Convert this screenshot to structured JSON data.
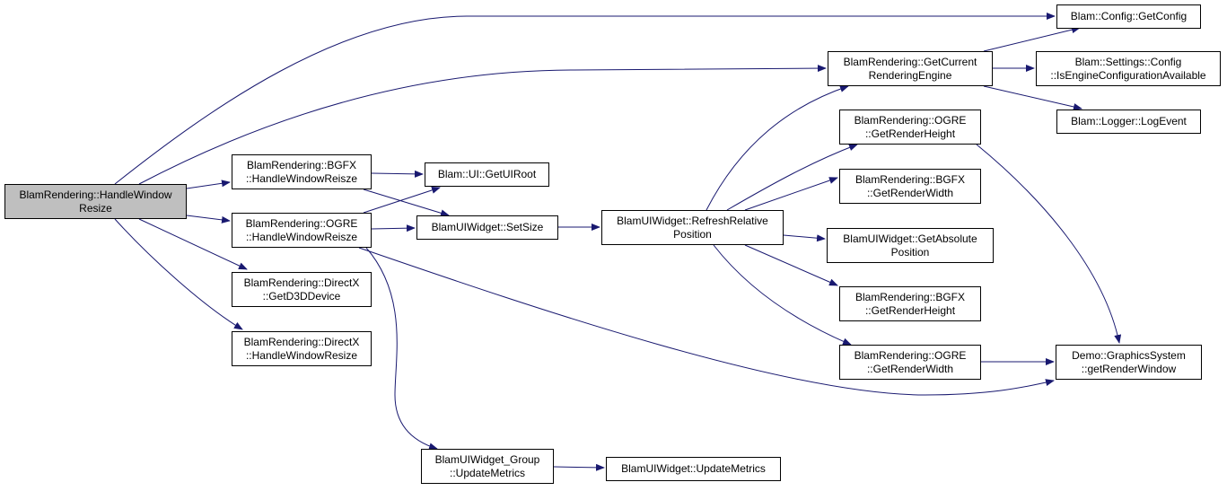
{
  "colors": {
    "edge": "#191970",
    "root_fill": "#bfbfbf",
    "node_fill": "#ffffff",
    "border": "#000000"
  },
  "nodes": [
    {
      "id": "root",
      "lines": [
        "BlamRendering::HandleWindow",
        "Resize"
      ]
    },
    {
      "id": "bgfx_hwr",
      "lines": [
        "BlamRendering::BGFX",
        "::HandleWindowReisze"
      ]
    },
    {
      "id": "ogre_hwr",
      "lines": [
        "BlamRendering::OGRE",
        "::HandleWindowReisze"
      ]
    },
    {
      "id": "dx_gd3d",
      "lines": [
        "BlamRendering::DirectX",
        "::GetD3DDevice"
      ]
    },
    {
      "id": "dx_hwr",
      "lines": [
        "BlamRendering::DirectX",
        "::HandleWindowResize"
      ]
    },
    {
      "id": "ui_root",
      "lines": [
        "Blam::UI::GetUIRoot"
      ]
    },
    {
      "id": "setsize",
      "lines": [
        "BlamUIWidget::SetSize"
      ]
    },
    {
      "id": "grp_um",
      "lines": [
        "BlamUIWidget_Group",
        "::UpdateMetrics"
      ]
    },
    {
      "id": "refresh",
      "lines": [
        "BlamUIWidget::RefreshRelative",
        "Position"
      ]
    },
    {
      "id": "um",
      "lines": [
        "BlamUIWidget::UpdateMetrics"
      ]
    },
    {
      "id": "gcre",
      "lines": [
        "BlamRendering::GetCurrent",
        "RenderingEngine"
      ]
    },
    {
      "id": "ogre_grh",
      "lines": [
        "BlamRendering::OGRE",
        "::GetRenderHeight"
      ]
    },
    {
      "id": "bgfx_grw",
      "lines": [
        "BlamRendering::BGFX",
        "::GetRenderWidth"
      ]
    },
    {
      "id": "abspos",
      "lines": [
        "BlamUIWidget::GetAbsolute",
        "Position"
      ]
    },
    {
      "id": "bgfx_grh",
      "lines": [
        "BlamRendering::BGFX",
        "::GetRenderHeight"
      ]
    },
    {
      "id": "ogre_grw",
      "lines": [
        "BlamRendering::OGRE",
        "::GetRenderWidth"
      ]
    },
    {
      "id": "getconfig",
      "lines": [
        "Blam::Config::GetConfig"
      ]
    },
    {
      "id": "iseca",
      "lines": [
        "Blam::Settings::Config",
        "::IsEngineConfigurationAvailable"
      ]
    },
    {
      "id": "logevent",
      "lines": [
        "Blam::Logger::LogEvent"
      ]
    },
    {
      "id": "demo_grw",
      "lines": [
        "Demo::GraphicsSystem",
        "::getRenderWindow"
      ]
    }
  ],
  "edges": [
    [
      "root",
      "getconfig"
    ],
    [
      "root",
      "gcre"
    ],
    [
      "root",
      "bgfx_hwr"
    ],
    [
      "root",
      "ogre_hwr"
    ],
    [
      "root",
      "dx_gd3d"
    ],
    [
      "root",
      "dx_hwr"
    ],
    [
      "bgfx_hwr",
      "ui_root"
    ],
    [
      "bgfx_hwr",
      "setsize"
    ],
    [
      "ogre_hwr",
      "ui_root"
    ],
    [
      "ogre_hwr",
      "setsize"
    ],
    [
      "ogre_hwr",
      "grp_um"
    ],
    [
      "ogre_hwr",
      "demo_grw"
    ],
    [
      "setsize",
      "refresh"
    ],
    [
      "grp_um",
      "um"
    ],
    [
      "refresh",
      "gcre"
    ],
    [
      "refresh",
      "ogre_grh"
    ],
    [
      "refresh",
      "bgfx_grw"
    ],
    [
      "refresh",
      "abspos"
    ],
    [
      "refresh",
      "bgfx_grh"
    ],
    [
      "refresh",
      "ogre_grw"
    ],
    [
      "gcre",
      "getconfig"
    ],
    [
      "gcre",
      "iseca"
    ],
    [
      "gcre",
      "logevent"
    ],
    [
      "ogre_grh",
      "demo_grw"
    ],
    [
      "ogre_grw",
      "demo_grw"
    ]
  ]
}
